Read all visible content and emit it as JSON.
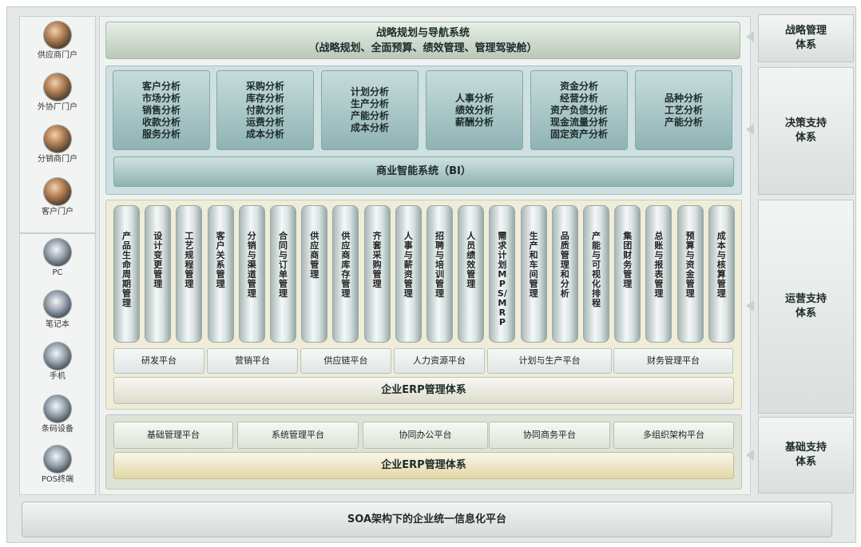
{
  "portals": {
    "partners": [
      {
        "label": "供应商门户",
        "icon": "supplier-portal-icon"
      },
      {
        "label": "外协厂门户",
        "icon": "outsourcing-portal-icon"
      },
      {
        "label": "分销商门户",
        "icon": "distributor-portal-icon"
      },
      {
        "label": "客户门户",
        "icon": "customer-portal-icon"
      }
    ],
    "devices": [
      {
        "label": "PC",
        "icon": "pc-icon"
      },
      {
        "label": "笔记本",
        "icon": "laptop-icon"
      },
      {
        "label": "手机",
        "icon": "mobile-phone-icon"
      },
      {
        "label": "条码设备",
        "icon": "barcode-device-icon"
      },
      {
        "label": "POS终端",
        "icon": "pos-terminal-icon"
      }
    ]
  },
  "strategic": {
    "line1": "战略规划与导航系统",
    "line2": "（战略规划、全面预算、绩效管理、管理驾驶舱）"
  },
  "decision": {
    "cells": [
      [
        "客户分析",
        "市场分析",
        "销售分析",
        "收款分析",
        "服务分析"
      ],
      [
        "采购分析",
        "库存分析",
        "付款分析",
        "运费分析",
        "成本分析"
      ],
      [
        "计划分析",
        "生产分析",
        "产能分析",
        "成本分析"
      ],
      [
        "人事分析",
        "绩效分析",
        "薪酬分析"
      ],
      [
        "资金分析",
        "经营分析",
        "资产负债分析",
        "现金流量分析",
        "固定资产分析"
      ],
      [
        "品种分析",
        "工艺分析",
        "产能分析"
      ]
    ],
    "bi_label": "商业智能系统（BI）"
  },
  "operations": {
    "columns": [
      "产品生命周期管理",
      "设计变更管理",
      "工艺规程管理",
      "客户关系管理",
      "分销与渠道管理",
      "合同与订单管理",
      "供应商管理",
      "供应商库存管理",
      "齐套采购管理",
      "人事与薪资管理",
      "招聘与培训管理",
      "人员绩效管理",
      "需求计划MPS/MRP",
      "生产和车间管理",
      "品质管理和分析",
      "产能与可视化排程",
      "集团财务管理",
      "总账与报表管理",
      "预算与资金管理",
      "成本与核算管理"
    ],
    "platforms": [
      "研发平台",
      "营销平台",
      "供应链平台",
      "人力资源平台",
      "计划与生产平台",
      "财务管理平台"
    ],
    "erp_label": "企业ERP管理体系"
  },
  "foundation": {
    "platforms": [
      "基础管理平台",
      "系统管理平台",
      "协同办公平台",
      "协同商务平台",
      "多组织架构平台"
    ],
    "erp_label": "企业ERP管理体系"
  },
  "systems": [
    "战略管理\n体系",
    "决策支持\n体系",
    "运营支持\n体系",
    "基础支持\n体系"
  ],
  "soa_label": "SOA架构下的企业统一信息化平台"
}
